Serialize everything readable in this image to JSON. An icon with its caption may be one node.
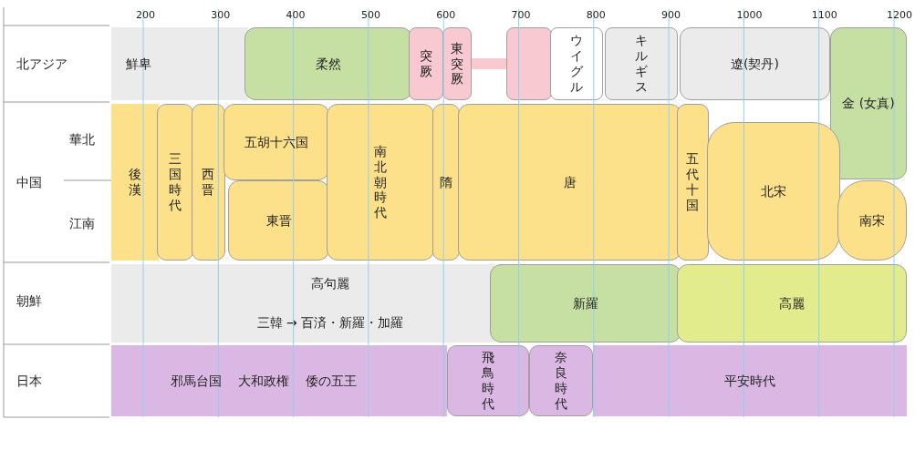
{
  "diagram": {
    "nodes": [
      {
        "text": [
          "鮮卑"
        ]
      },
      {
        "text": [
          "柔然"
        ]
      },
      {
        "text": [
          "突厥"
        ]
      },
      {
        "text": [
          "東突厥"
        ]
      },
      {
        "text": [],
        "shape": "box"
      },
      {
        "text": [
          "ウイグル"
        ]
      },
      {
        "text": [
          "キルギス"
        ]
      },
      {
        "text": [
          "遼(契丹)"
        ]
      },
      {
        "text": [
          "金 (女真)"
        ]
      },
      {
        "text": [
          "後漢"
        ]
      },
      {
        "text": [
          "三国時代"
        ]
      },
      {
        "text": [
          "西晋"
        ]
      },
      {
        "text": [
          "五胡十六国"
        ]
      },
      {
        "text": [
          "東晋"
        ]
      },
      {
        "text": [
          "南北朝時代"
        ]
      },
      {
        "text": [
          "隋"
        ]
      },
      {
        "text": [
          "唐"
        ]
      },
      {
        "text": [
          "五代十国"
        ]
      },
      {
        "text": [
          "北宋"
        ]
      },
      {
        "text": [
          "南宋"
        ]
      },
      {
        "text": [
          "高句麗",
          "三韓 → 百済・新羅・加羅"
        ]
      },
      {
        "text": [
          "新羅"
        ]
      },
      {
        "text": [
          "高麗"
        ]
      },
      {
        "text": [
          "邪馬台国",
          "大和政権",
          "倭の五王"
        ]
      },
      {
        "text": [
          "飛鳥時代"
        ]
      },
      {
        "text": [
          "奈良時代"
        ]
      },
      {
        "text": [
          "平安時代"
        ]
      }
    ],
    "edges": [
      {
        "from": 3,
        "to": 4,
        "arrow": "none"
      }
    ],
    "labels": [
      "200",
      "300",
      "400",
      "500",
      "600",
      "700",
      "800",
      "900",
      "1000",
      "1100",
      "1200",
      "北アジア",
      "華北",
      "中国",
      "江南",
      "朝鮮",
      "日本"
    ]
  }
}
